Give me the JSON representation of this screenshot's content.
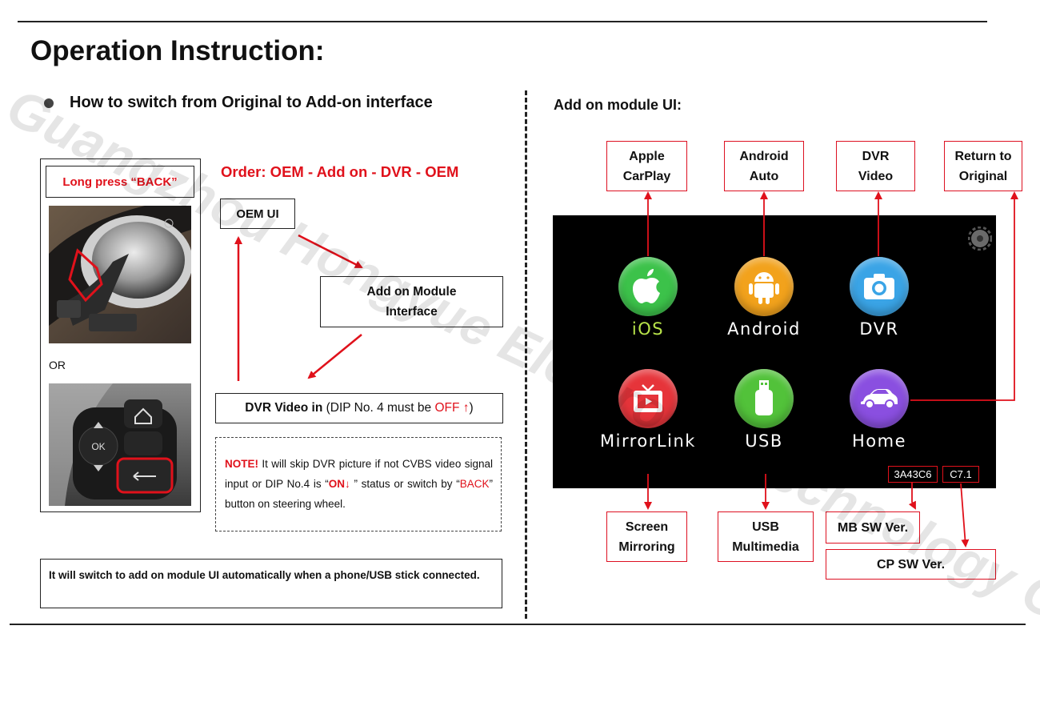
{
  "page": {
    "title": "Operation Instruction:",
    "left_section_heading": "How to switch from Original to Add-on interface",
    "right_section_heading": "Add on module UI:"
  },
  "left": {
    "long_press": "Long press “BACK”",
    "or_label": "OR",
    "order_text": "Order: OEM - Add on - DVR - OEM",
    "oem_ui": "OEM UI",
    "add_on_module": "Add on Module Interface",
    "dvr_video_in": {
      "bold": "DVR Video in",
      "rest_a": " (DIP No. 4 must be ",
      "off": "OFF",
      "arrow": "↑",
      "rest_b": ")"
    },
    "note": {
      "label": "NOTE!",
      "part1": " It will skip DVR picture if not CVBS video signal input or DIP No.4 is “",
      "on": "ON",
      "arrow": "↓",
      "part2": " ” status or switch by “",
      "back": "BACK",
      "part3": "” button on steering wheel."
    },
    "auto_switch": "It will switch to add on module UI automatically when a phone/USB stick connected.",
    "steering_buttons": {
      "ok": "OK"
    }
  },
  "screen": {
    "apps": [
      {
        "label": "iOS",
        "icon": "apple-icon",
        "color": "#3cc24a",
        "label_color": "#b8e44a"
      },
      {
        "label": "Android",
        "icon": "android-icon",
        "color": "#f2a21c",
        "label_color": "#ffffff"
      },
      {
        "label": "DVR",
        "icon": "camera-icon",
        "color": "#3aa4e6",
        "label_color": "#ffffff"
      },
      {
        "label": "MirrorLink",
        "icon": "tv-icon",
        "color": "#e6343a",
        "label_color": "#ffffff"
      },
      {
        "label": "USB",
        "icon": "usb-icon",
        "color": "#52c23a",
        "label_color": "#ffffff"
      },
      {
        "label": "Home",
        "icon": "car-icon",
        "color": "#8a4fe0",
        "label_color": "#ffffff"
      }
    ],
    "mb_version": "3A43C6",
    "cp_version": "C7.1"
  },
  "callouts": {
    "apple_carplay": "Apple CarPlay",
    "android_auto": "Android Auto",
    "dvr_video": "DVR Video",
    "return_original": "Return to Original",
    "screen_mirroring": "Screen Mirroring",
    "usb_multimedia": "USB Multimedia",
    "mb_sw_ver": "MB SW Ver.",
    "cp_sw_ver": "CP SW Ver."
  },
  "watermark": "Guangzhou Hongyue Electronic Technology Co., Ltd.",
  "colors": {
    "accent_red": "#e0111b",
    "screen_bg": "#000000"
  }
}
